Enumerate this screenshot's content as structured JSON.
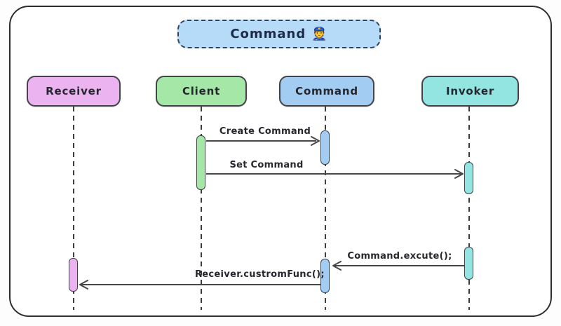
{
  "diagram": {
    "title": {
      "label": "Command",
      "emoji": "👮"
    },
    "participants": [
      {
        "id": "receiver",
        "label": "Receiver",
        "fill": "#ecb3f1"
      },
      {
        "id": "client",
        "label": "Client",
        "fill": "#a5e7a6"
      },
      {
        "id": "command",
        "label": "Command",
        "fill": "#a3ccf3"
      },
      {
        "id": "invoker",
        "label": "Invoker",
        "fill": "#93e5e2"
      }
    ],
    "messages": [
      {
        "label": "Create Command",
        "from": "client",
        "to": "command"
      },
      {
        "label": "Set Command",
        "from": "client",
        "to": "invoker"
      },
      {
        "label": "Command.excute();",
        "from": "invoker",
        "to": "command"
      },
      {
        "label": "Receiver.custromFunc();",
        "from": "command",
        "to": "receiver"
      }
    ],
    "colors": {
      "title_fill": "#b5dbf9",
      "title_border": "#33415e",
      "frame_border": "#2e2e2e",
      "line": "#474747",
      "ink": "#26262e"
    }
  }
}
